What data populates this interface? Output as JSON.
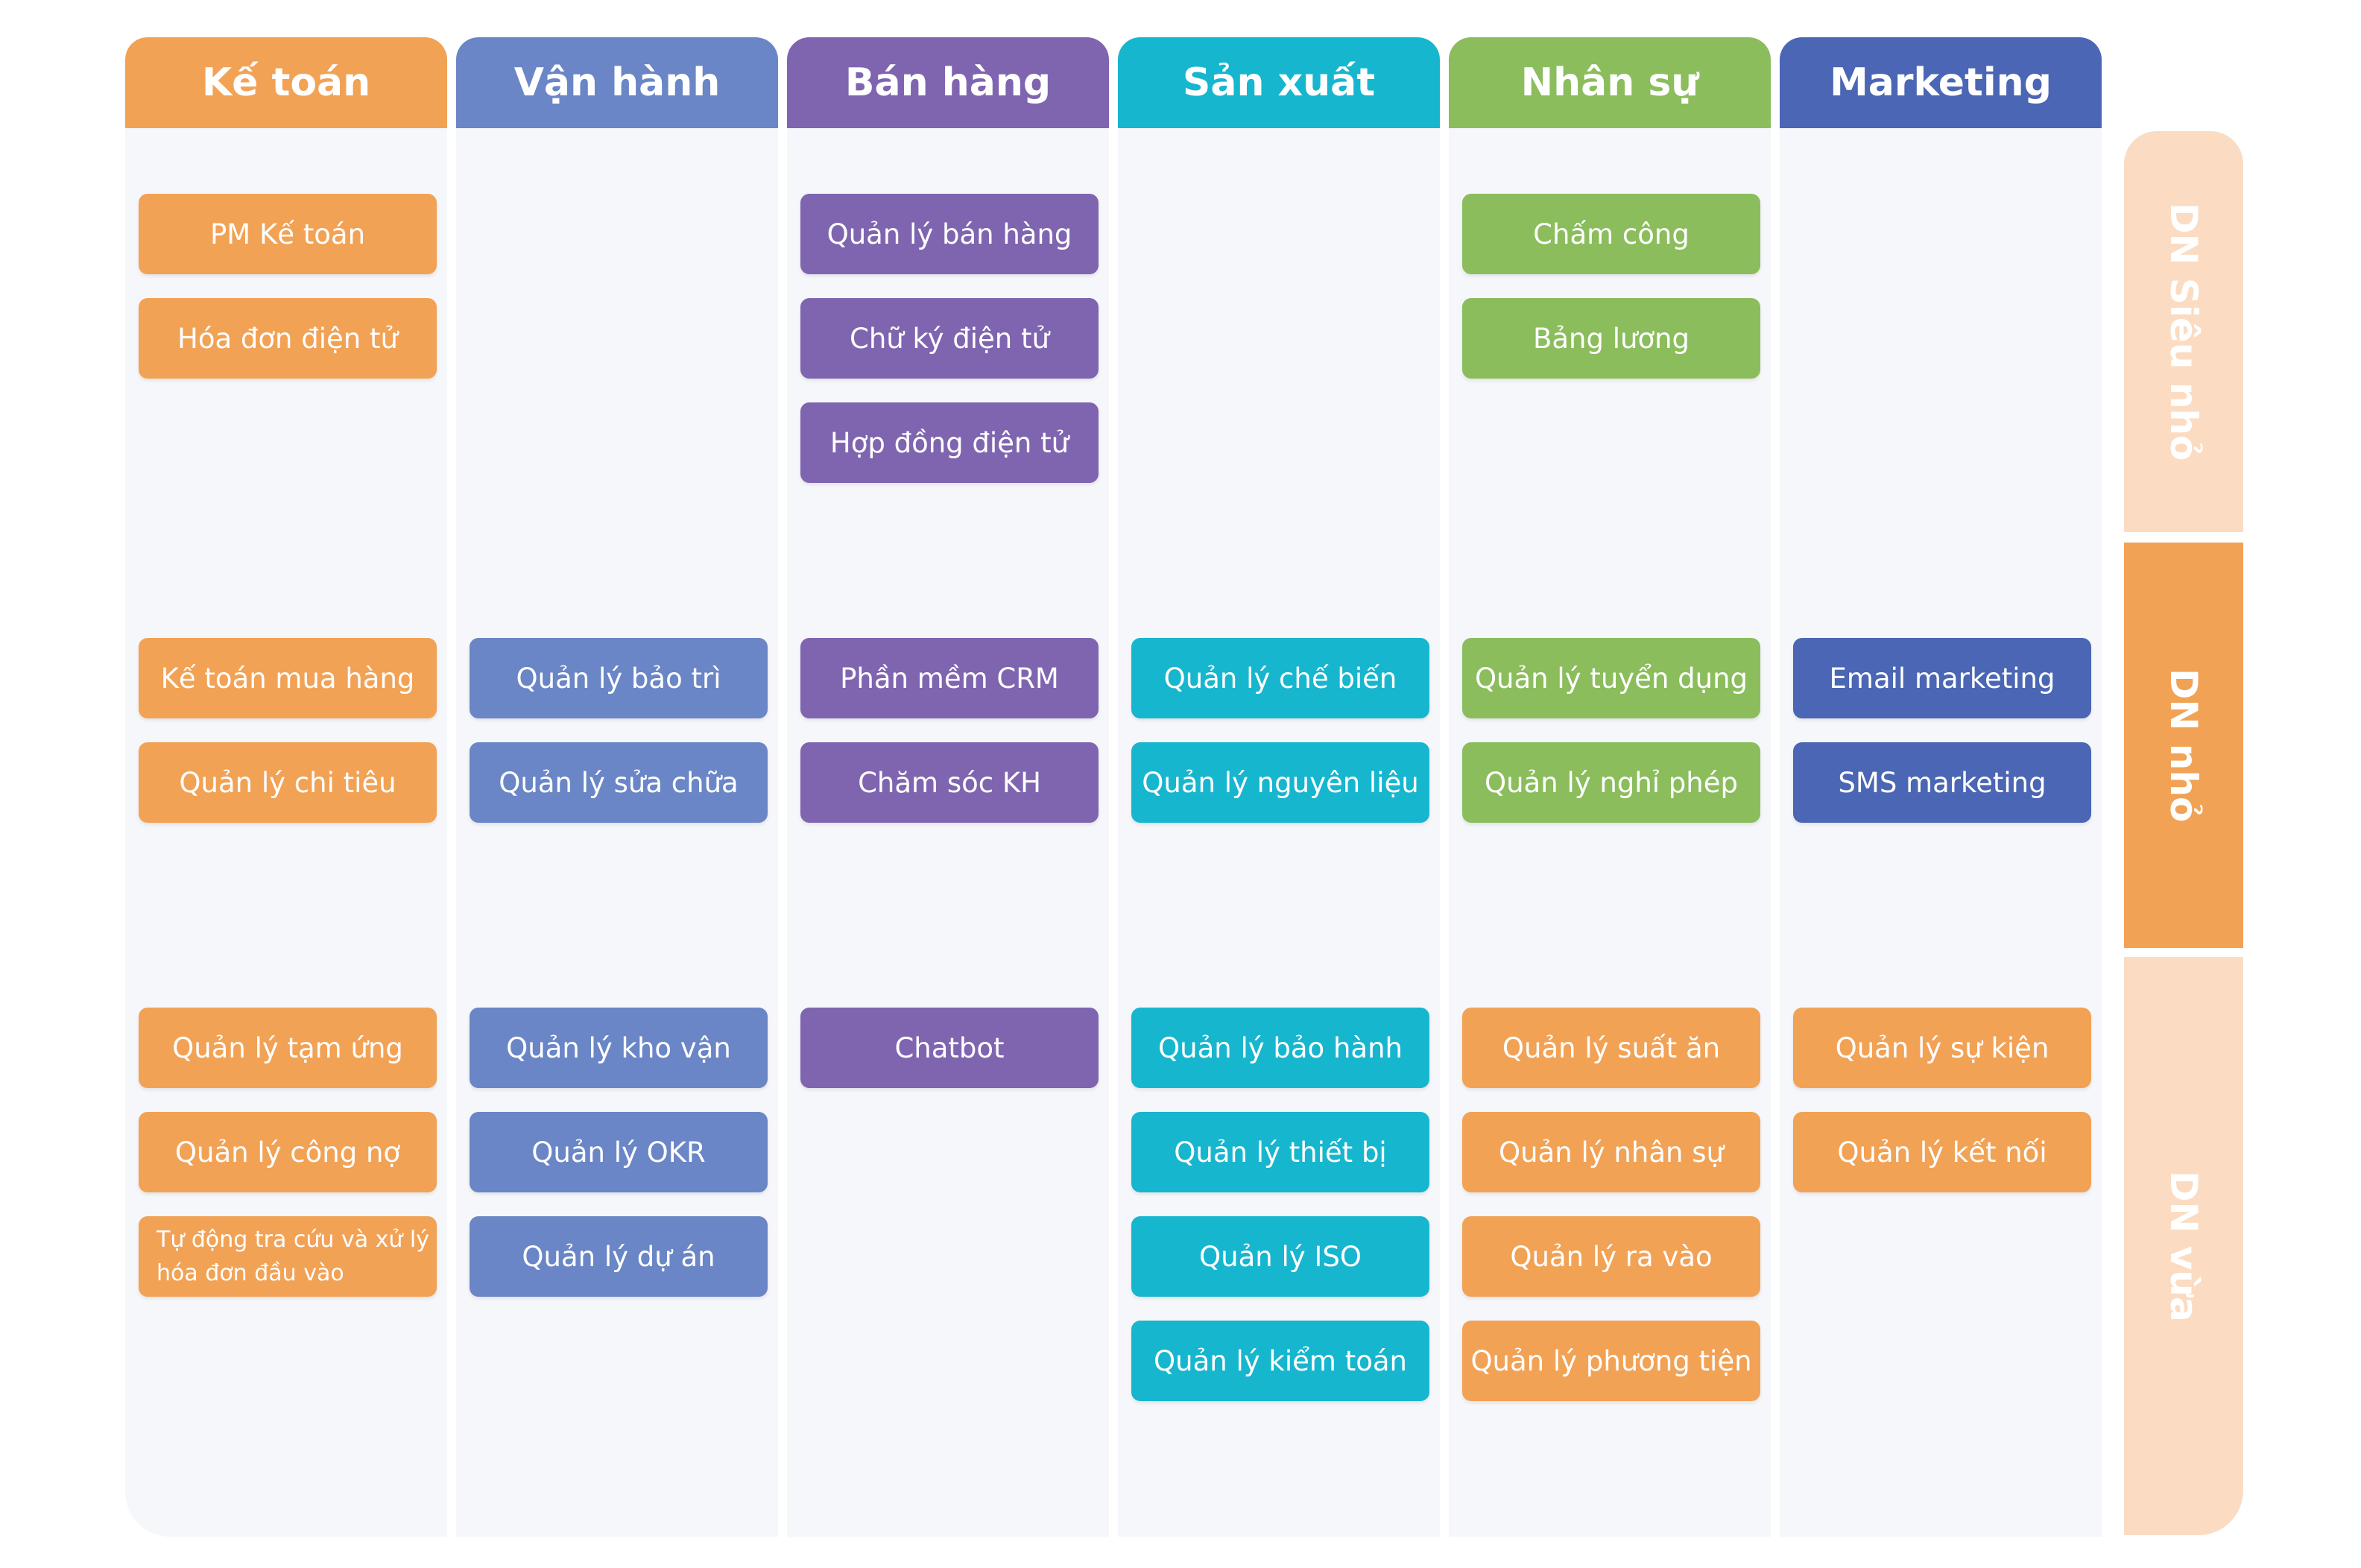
{
  "colors": {
    "accounting": "#f2a255",
    "operations": "#6a86c6",
    "sales": "#7f65b0",
    "production": "#17b6cf",
    "hr": "#8bbd5c",
    "marketing": "#4a66b4",
    "column_bg": "#f6f7fb",
    "band_micro": "#fbdcc2",
    "band_small": "#f2a255",
    "band_medium": "#fbdcc2"
  },
  "columns": [
    {
      "title": "Kế toán",
      "color": "#f2a255"
    },
    {
      "title": "Vận hành",
      "color": "#6a86c6"
    },
    {
      "title": "Bán hàng",
      "color": "#7f65b0"
    },
    {
      "title": "Sản xuất",
      "color": "#17b6cf"
    },
    {
      "title": "Nhân sự",
      "color": "#8bbd5c"
    },
    {
      "title": "Marketing",
      "color": "#4a66b4"
    }
  ],
  "bands": [
    {
      "label": "DN Siêu nhỏ",
      "color": "#fbdcc2"
    },
    {
      "label": "DN nhỏ",
      "color": "#f2a255"
    },
    {
      "label": "DN vừa",
      "color": "#fbdcc2"
    }
  ],
  "modules": [
    {
      "col": 0,
      "band": 0,
      "slot": 0,
      "label": "PM Kế toán",
      "color": "#f2a255"
    },
    {
      "col": 0,
      "band": 0,
      "slot": 1,
      "label": "Hóa đơn điện tử",
      "color": "#f2a255"
    },
    {
      "col": 2,
      "band": 0,
      "slot": 0,
      "label": "Quản lý bán hàng",
      "color": "#7f65b0"
    },
    {
      "col": 2,
      "band": 0,
      "slot": 1,
      "label": "Chữ ký điện tử",
      "color": "#7f65b0"
    },
    {
      "col": 2,
      "band": 0,
      "slot": 2,
      "label": "Hợp đồng điện tử",
      "color": "#7f65b0"
    },
    {
      "col": 4,
      "band": 0,
      "slot": 0,
      "label": "Chấm công",
      "color": "#8bbd5c"
    },
    {
      "col": 4,
      "band": 0,
      "slot": 1,
      "label": "Bảng lương",
      "color": "#8bbd5c"
    },
    {
      "col": 0,
      "band": 1,
      "slot": 0,
      "label": "Kế toán mua hàng",
      "color": "#f2a255"
    },
    {
      "col": 0,
      "band": 1,
      "slot": 1,
      "label": "Quản lý chi tiêu",
      "color": "#f2a255"
    },
    {
      "col": 1,
      "band": 1,
      "slot": 0,
      "label": "Quản lý bảo trì",
      "color": "#6a86c6"
    },
    {
      "col": 1,
      "band": 1,
      "slot": 1,
      "label": "Quản lý sửa chữa",
      "color": "#6a86c6"
    },
    {
      "col": 2,
      "band": 1,
      "slot": 0,
      "label": "Phần mềm CRM",
      "color": "#7f65b0"
    },
    {
      "col": 2,
      "band": 1,
      "slot": 1,
      "label": "Chăm sóc KH",
      "color": "#7f65b0"
    },
    {
      "col": 3,
      "band": 1,
      "slot": 0,
      "label": "Quản lý chế biến",
      "color": "#17b6cf"
    },
    {
      "col": 3,
      "band": 1,
      "slot": 1,
      "label": "Quản lý nguyên liệu",
      "color": "#17b6cf"
    },
    {
      "col": 4,
      "band": 1,
      "slot": 0,
      "label": "Quản lý tuyển dụng",
      "color": "#8bbd5c"
    },
    {
      "col": 4,
      "band": 1,
      "slot": 1,
      "label": "Quản lý nghỉ phép",
      "color": "#8bbd5c"
    },
    {
      "col": 5,
      "band": 1,
      "slot": 0,
      "label": "Email marketing",
      "color": "#4a66b4"
    },
    {
      "col": 5,
      "band": 1,
      "slot": 1,
      "label": "SMS marketing",
      "color": "#4a66b4"
    },
    {
      "col": 0,
      "band": 2,
      "slot": 0,
      "label": "Quản lý tạm ứng",
      "color": "#f2a255"
    },
    {
      "col": 0,
      "band": 2,
      "slot": 1,
      "label": "Quản lý công nợ",
      "color": "#f2a255"
    },
    {
      "col": 0,
      "band": 2,
      "slot": 2,
      "label": "Tự động tra cứu và xử lý hóa đơn đầu vào",
      "color": "#f2a255",
      "small": true
    },
    {
      "col": 1,
      "band": 2,
      "slot": 0,
      "label": "Quản lý kho vận",
      "color": "#6a86c6"
    },
    {
      "col": 1,
      "band": 2,
      "slot": 1,
      "label": "Quản lý OKR",
      "color": "#6a86c6"
    },
    {
      "col": 1,
      "band": 2,
      "slot": 2,
      "label": "Quản lý dự án",
      "color": "#6a86c6"
    },
    {
      "col": 2,
      "band": 2,
      "slot": 0,
      "label": "Chatbot",
      "color": "#7f65b0"
    },
    {
      "col": 3,
      "band": 2,
      "slot": 0,
      "label": "Quản lý bảo hành",
      "color": "#17b6cf"
    },
    {
      "col": 3,
      "band": 2,
      "slot": 1,
      "label": "Quản lý thiết bị",
      "color": "#17b6cf"
    },
    {
      "col": 3,
      "band": 2,
      "slot": 2,
      "label": "Quản lý ISO",
      "color": "#17b6cf"
    },
    {
      "col": 3,
      "band": 2,
      "slot": 3,
      "label": "Quản lý kiểm toán",
      "color": "#17b6cf"
    },
    {
      "col": 4,
      "band": 2,
      "slot": 0,
      "label": "Quản lý suất ăn",
      "color": "#f2a255"
    },
    {
      "col": 4,
      "band": 2,
      "slot": 1,
      "label": "Quản lý nhân sự",
      "color": "#f2a255"
    },
    {
      "col": 4,
      "band": 2,
      "slot": 2,
      "label": "Quản lý ra vào",
      "color": "#f2a255"
    },
    {
      "col": 4,
      "band": 2,
      "slot": 3,
      "label": "Quản lý phương tiện",
      "color": "#f2a255"
    },
    {
      "col": 5,
      "band": 2,
      "slot": 0,
      "label": "Quản lý sự kiện",
      "color": "#f2a255"
    },
    {
      "col": 5,
      "band": 2,
      "slot": 1,
      "label": "Quản lý kết nối",
      "color": "#f2a255"
    }
  ]
}
